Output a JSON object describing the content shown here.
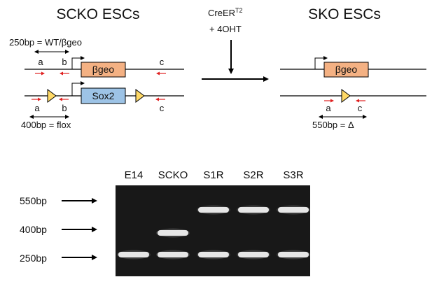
{
  "colors": {
    "beta_geo_box": "#f4b183",
    "sox2_box": "#9dc3e6",
    "loxp": "#ffd966",
    "primer_arrow": "#e02020",
    "line": "#000000",
    "gel_bg": "#181818",
    "band": "#e6e6e6"
  },
  "left_panel": {
    "title": "SCKO ESCs",
    "wt_product": "250bp = WT/βgeo",
    "flox_product": "400bp = flox",
    "beta_geo_label": "βgeo",
    "sox2_label": "Sox2",
    "primer_a": "a",
    "primer_b": "b",
    "primer_c": "c"
  },
  "treatment": {
    "line1_main": "CreER",
    "line1_sup": "T2",
    "line2": "+ 4OHT"
  },
  "right_panel": {
    "title": "SKO ESCs",
    "beta_geo_label": "βgeo",
    "primer_a": "a",
    "primer_c": "c",
    "delta_product": "550bp = Δ"
  },
  "gel": {
    "lanes": [
      "E14",
      "SCKO",
      "S1R",
      "S2R",
      "S3R"
    ],
    "ladder": [
      "550bp",
      "400bp",
      "250bp"
    ],
    "bands": [
      {
        "lane": "E14",
        "sizes": [
          "250bp"
        ]
      },
      {
        "lane": "SCKO",
        "sizes": [
          "400bp",
          "250bp"
        ]
      },
      {
        "lane": "S1R",
        "sizes": [
          "550bp",
          "250bp"
        ]
      },
      {
        "lane": "S2R",
        "sizes": [
          "550bp",
          "250bp"
        ]
      },
      {
        "lane": "S3R",
        "sizes": [
          "550bp",
          "250bp"
        ]
      }
    ]
  }
}
